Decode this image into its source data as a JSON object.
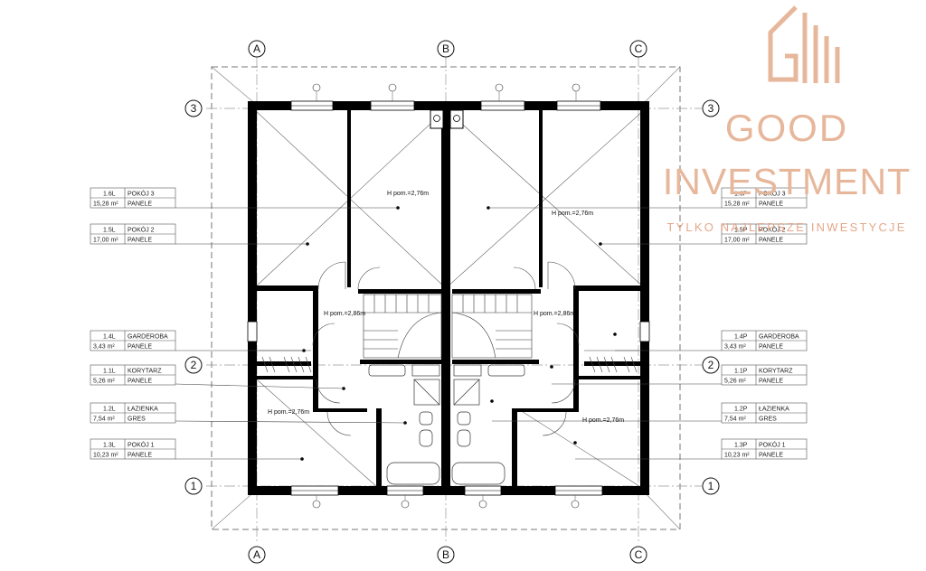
{
  "axes": {
    "columns": [
      "A",
      "B",
      "C"
    ],
    "rows": [
      "3",
      "2",
      "1"
    ]
  },
  "heights": {
    "main": "H pom.=2,76m",
    "stair": "H pom.=2,86m"
  },
  "left_rooms": [
    {
      "id": "1.6L",
      "name": "POKÓJ 3",
      "area": "15,28 m²",
      "floor": "PANELE"
    },
    {
      "id": "1.5L",
      "name": "POKÓJ 2",
      "area": "17,00 m²",
      "floor": "PANELE"
    },
    {
      "id": "1.4L",
      "name": "GARDEROBA",
      "area": "3,43 m²",
      "floor": "PANELE"
    },
    {
      "id": "1.1L",
      "name": "KORYTARZ",
      "area": "5,26 m²",
      "floor": "PANELE"
    },
    {
      "id": "1.2L",
      "name": "ŁAZIENKA",
      "area": "7,54 m²",
      "floor": "GRES"
    },
    {
      "id": "1.3L",
      "name": "POKÓJ 1",
      "area": "10,23 m²",
      "floor": "PANELE"
    }
  ],
  "right_rooms": [
    {
      "id": "1.6P",
      "name": "POKÓJ 3",
      "area": "15,28 m²",
      "floor": "PANELE"
    },
    {
      "id": "1.5P",
      "name": "POKÓJ 2",
      "area": "17,00 m²",
      "floor": "PANELE"
    },
    {
      "id": "1.4P",
      "name": "GARDEROBA",
      "area": "3,43 m²",
      "floor": "PANELE"
    },
    {
      "id": "1.1P",
      "name": "KORYTARZ",
      "area": "5,26 m²",
      "floor": "PANELE"
    },
    {
      "id": "1.2P",
      "name": "ŁAZIENKA",
      "area": "7,54 m²",
      "floor": "GRES"
    },
    {
      "id": "1.3P",
      "name": "POKÓJ 1",
      "area": "10,23 m²",
      "floor": "PANELE"
    }
  ],
  "brand": {
    "name_line1": "GOOD",
    "name_line2": "INVESTMENT",
    "tagline": "TYLKO NAJLEPSZE INWESTYCJE",
    "color": "#e7b79b"
  }
}
